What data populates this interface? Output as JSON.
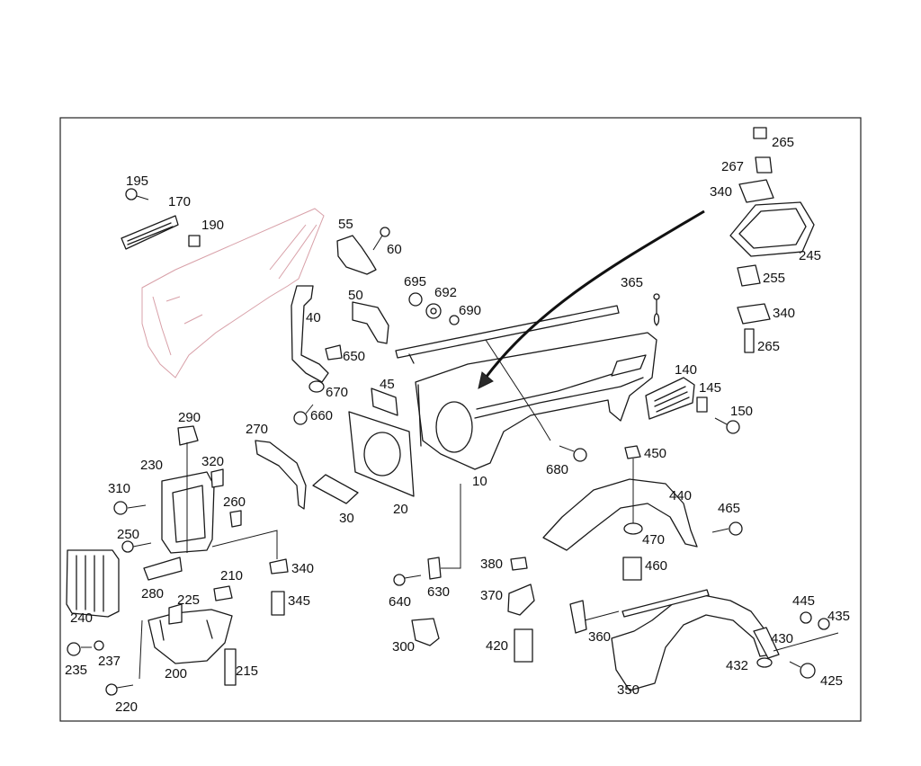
{
  "diagram": {
    "labels": [
      {
        "id": "l10",
        "text": "10"
      },
      {
        "id": "l20",
        "text": "20"
      },
      {
        "id": "l30",
        "text": "30"
      },
      {
        "id": "l40",
        "text": "40"
      },
      {
        "id": "l45",
        "text": "45"
      },
      {
        "id": "l50",
        "text": "50"
      },
      {
        "id": "l55",
        "text": "55"
      },
      {
        "id": "l60",
        "text": "60"
      },
      {
        "id": "l140",
        "text": "140"
      },
      {
        "id": "l145",
        "text": "145"
      },
      {
        "id": "l150",
        "text": "150"
      },
      {
        "id": "l170",
        "text": "170"
      },
      {
        "id": "l190",
        "text": "190"
      },
      {
        "id": "l195",
        "text": "195"
      },
      {
        "id": "l200",
        "text": "200"
      },
      {
        "id": "l210",
        "text": "210"
      },
      {
        "id": "l215",
        "text": "215"
      },
      {
        "id": "l220",
        "text": "220"
      },
      {
        "id": "l225",
        "text": "225"
      },
      {
        "id": "l230",
        "text": "230"
      },
      {
        "id": "l235",
        "text": "235"
      },
      {
        "id": "l237",
        "text": "237"
      },
      {
        "id": "l240",
        "text": "240"
      },
      {
        "id": "l245",
        "text": "245"
      },
      {
        "id": "l250",
        "text": "250"
      },
      {
        "id": "l255",
        "text": "255"
      },
      {
        "id": "l260",
        "text": "260"
      },
      {
        "id": "l265a",
        "text": "265"
      },
      {
        "id": "l265b",
        "text": "265"
      },
      {
        "id": "l267",
        "text": "267"
      },
      {
        "id": "l270",
        "text": "270"
      },
      {
        "id": "l280",
        "text": "280"
      },
      {
        "id": "l290",
        "text": "290"
      },
      {
        "id": "l300",
        "text": "300"
      },
      {
        "id": "l310",
        "text": "310"
      },
      {
        "id": "l320",
        "text": "320"
      },
      {
        "id": "l340a",
        "text": "340"
      },
      {
        "id": "l340b",
        "text": "340"
      },
      {
        "id": "l340c",
        "text": "340"
      },
      {
        "id": "l345",
        "text": "345"
      },
      {
        "id": "l350",
        "text": "350"
      },
      {
        "id": "l360",
        "text": "360"
      },
      {
        "id": "l365",
        "text": "365"
      },
      {
        "id": "l370",
        "text": "370"
      },
      {
        "id": "l380",
        "text": "380"
      },
      {
        "id": "l420",
        "text": "420"
      },
      {
        "id": "l425",
        "text": "425"
      },
      {
        "id": "l430",
        "text": "430"
      },
      {
        "id": "l432",
        "text": "432"
      },
      {
        "id": "l435",
        "text": "435"
      },
      {
        "id": "l440",
        "text": "440"
      },
      {
        "id": "l445",
        "text": "445"
      },
      {
        "id": "l450",
        "text": "450"
      },
      {
        "id": "l460",
        "text": "460"
      },
      {
        "id": "l465",
        "text": "465"
      },
      {
        "id": "l470",
        "text": "470"
      },
      {
        "id": "l630",
        "text": "630"
      },
      {
        "id": "l640",
        "text": "640"
      },
      {
        "id": "l650",
        "text": "650"
      },
      {
        "id": "l660",
        "text": "660"
      },
      {
        "id": "l670",
        "text": "670"
      },
      {
        "id": "l680",
        "text": "680"
      },
      {
        "id": "l690",
        "text": "690"
      },
      {
        "id": "l692",
        "text": "692"
      },
      {
        "id": "l695",
        "text": "695"
      }
    ]
  }
}
